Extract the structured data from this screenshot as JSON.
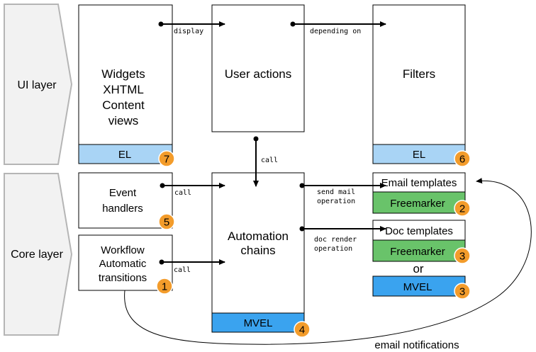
{
  "layers": {
    "ui": "UI layer",
    "core": "Core layer"
  },
  "boxes": {
    "widgets": {
      "lines": [
        "Widgets",
        "XHTML",
        "Content",
        "views"
      ],
      "band": "EL",
      "badge": "7"
    },
    "user_actions": {
      "lines": [
        "User actions"
      ]
    },
    "filters": {
      "lines": [
        "Filters"
      ],
      "band": "EL",
      "badge": "6"
    },
    "event_handlers": {
      "lines": [
        "Event",
        "handlers"
      ],
      "badge": "5"
    },
    "workflow": {
      "lines": [
        "Workflow",
        "Automatic",
        "transitions"
      ],
      "badge": "1"
    },
    "automation_chains": {
      "lines": [
        "Automation",
        "chains"
      ],
      "band": "MVEL",
      "badge": "4"
    },
    "email_templates": {
      "label": "Email templates",
      "band": "Freemarker",
      "badge": "2"
    },
    "doc_templates": {
      "label": "Doc templates",
      "band": "Freemarker",
      "badge": "3"
    },
    "or_label": "or",
    "mvel_alt": {
      "label": "MVEL",
      "badge": "3"
    }
  },
  "edges": {
    "display": "display",
    "depending_on": "depending on",
    "call_vertical": "call",
    "call_event": "call",
    "call_workflow": "call",
    "send_mail": [
      "send mail",
      "operation"
    ],
    "doc_render": [
      "doc render",
      "operation"
    ],
    "email_notifications": "email notifications"
  },
  "colors": {
    "el_band": "#a9d4f5",
    "mvel_band": "#3aa3ef",
    "freemarker_band": "#69c36a",
    "badge": "#f39c2b",
    "chevron_fill": "#f2f2f2",
    "chevron_stroke": "#b5b5b5"
  }
}
